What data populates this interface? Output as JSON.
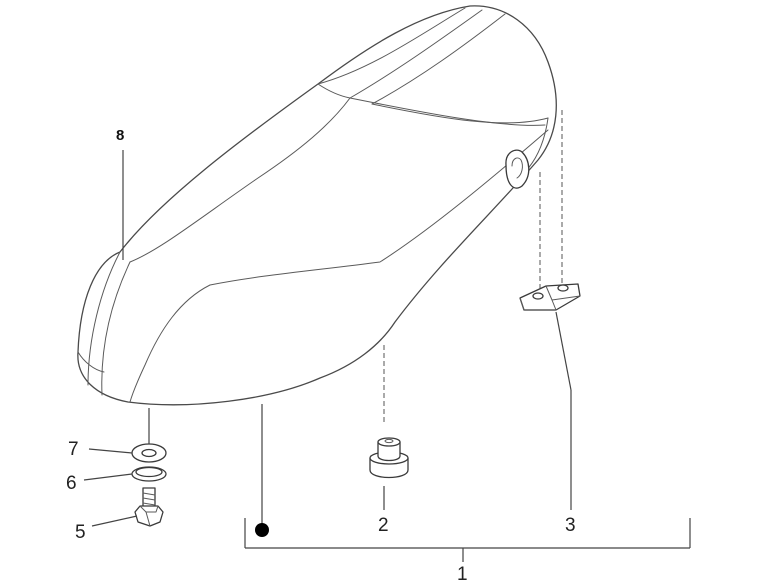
{
  "callouts": {
    "label_1": "1",
    "label_2": "2",
    "label_3": "3",
    "label_5": "5",
    "label_6": "6",
    "label_7": "7",
    "label_8": "8"
  },
  "colors": {
    "line": "#4a4a4a",
    "background": "#ffffff",
    "marker": "#000000"
  }
}
